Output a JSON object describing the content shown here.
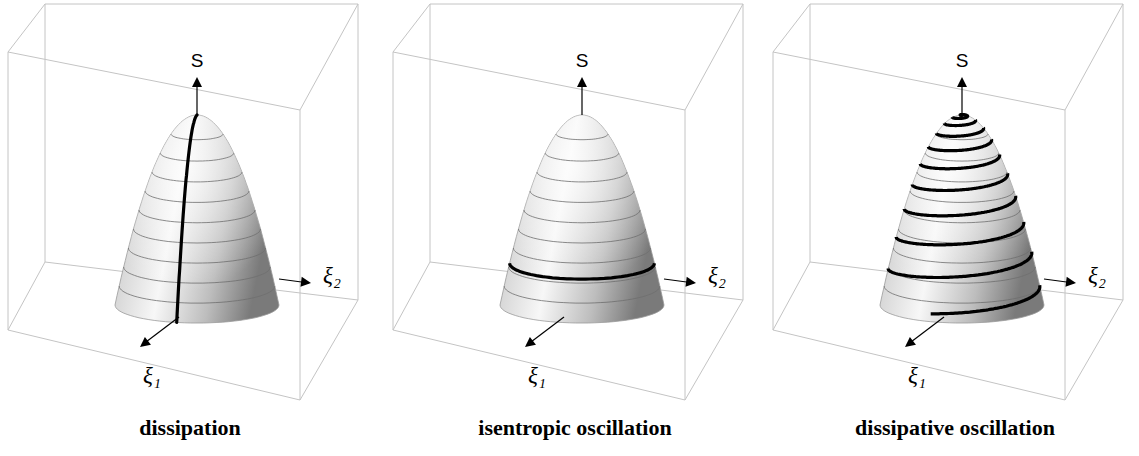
{
  "diagram": {
    "labels": [
      "S",
      "ξ₂",
      "ξ₁",
      "dissipation",
      "S",
      "ξ₂",
      "ξ₁",
      "isentropic oscillation",
      "S",
      "ξ₂",
      "ξ₁",
      "dissipative oscillation"
    ]
  }
}
